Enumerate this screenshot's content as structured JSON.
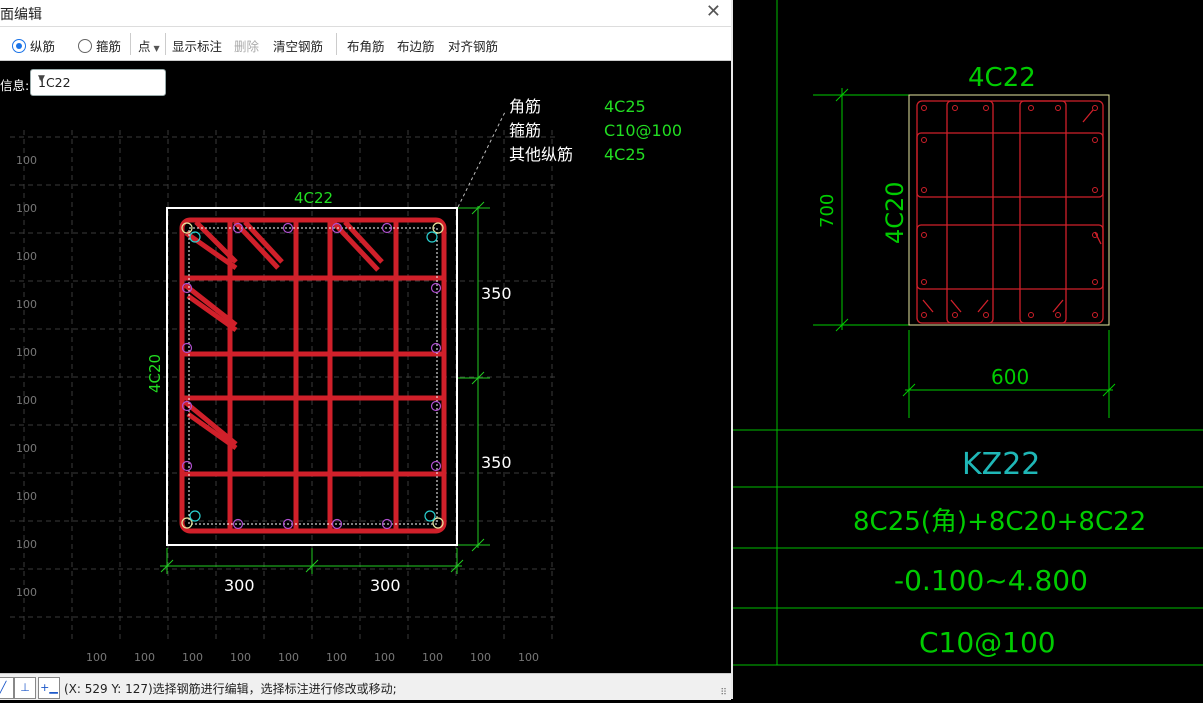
{
  "dialog": {
    "title": "面编辑",
    "close_icon": "close-icon"
  },
  "toolbar": {
    "radio_longitudinal": "纵筋",
    "radio_stirrup": "箍筋",
    "point_dropdown": "点",
    "show_annotation": "显示标注",
    "delete": "删除",
    "clear_rebar": "清空钢筋",
    "place_corner": "布角筋",
    "place_edge": "布边筋",
    "align_rebar": "对齐钢筋"
  },
  "info": {
    "label": "信息:",
    "selected": "1C22"
  },
  "legend": {
    "corner_label": "角筋",
    "corner_value": "4C25",
    "stirrup_label": "箍筋",
    "stirrup_value": "C10@100",
    "other_label": "其他纵筋",
    "other_value": "4C25"
  },
  "section": {
    "top_label": "4C22",
    "left_label": "4C20",
    "dim_right_top": "350",
    "dim_right_bottom": "350",
    "dim_bottom_left": "300",
    "dim_bottom_right": "300"
  },
  "grid": {
    "tick": "100"
  },
  "status": {
    "coords": "(X: 529 Y: 127)选择钢筋进行编辑，选择标注进行修改或移动;"
  },
  "right_panel": {
    "top_label": "4C22",
    "side_label": "4C20",
    "dim_height": "700",
    "dim_width": "600",
    "column_id": "KZ22",
    "rebar_spec": "8C25(角)+8C20+8C22",
    "elevation": "-0.100~4.800",
    "stirrup": "C10@100"
  },
  "colors": {
    "rebar": "#d0202a",
    "label_green": "#22dd22",
    "cad_green": "#00cc00",
    "cad_cyan": "#1fb7b7",
    "grid": "#3a3a3a"
  }
}
